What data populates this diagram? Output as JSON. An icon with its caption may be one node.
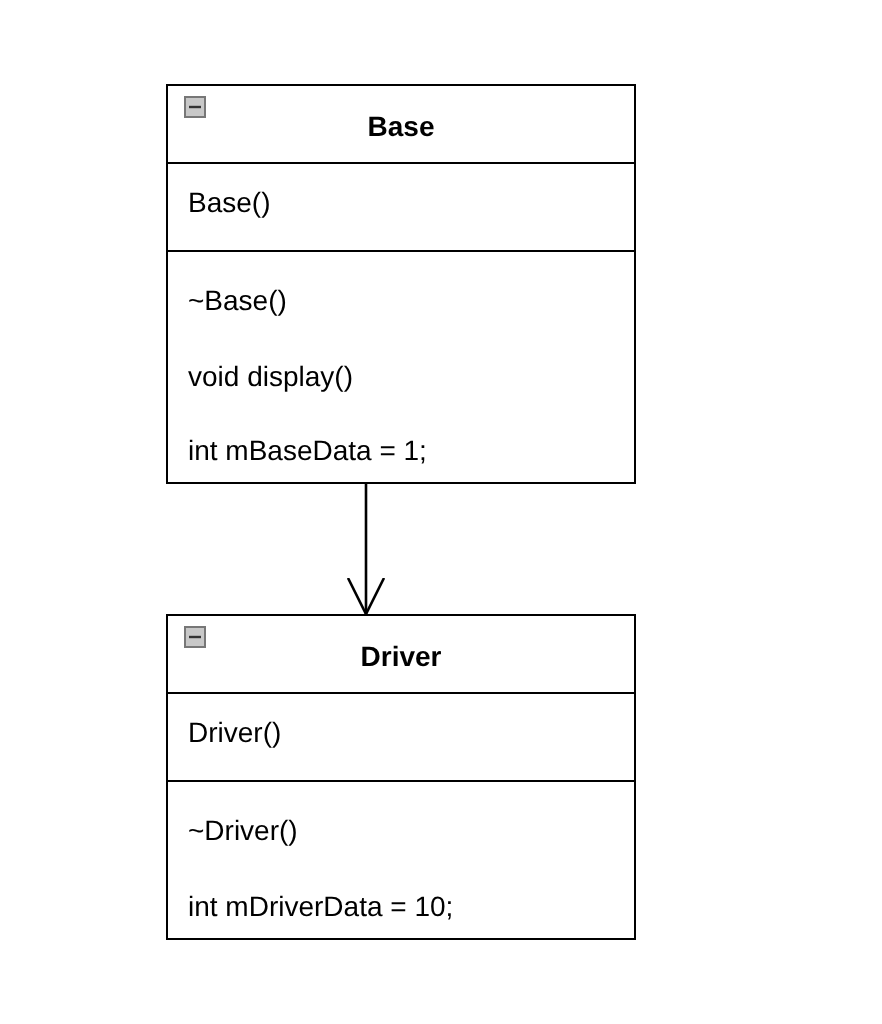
{
  "diagram": {
    "nodes": [
      {
        "text": [
          "Base",
          "Base()",
          "~Base()",
          "void display()",
          "int mBaseData = 1;"
        ]
      },
      {
        "text": [
          "Driver",
          "Driver()",
          "~Driver()",
          "int mDriverData = 10;"
        ]
      }
    ],
    "edges": [
      {
        "from": 0,
        "to": 1,
        "arrow": "to"
      }
    ]
  }
}
